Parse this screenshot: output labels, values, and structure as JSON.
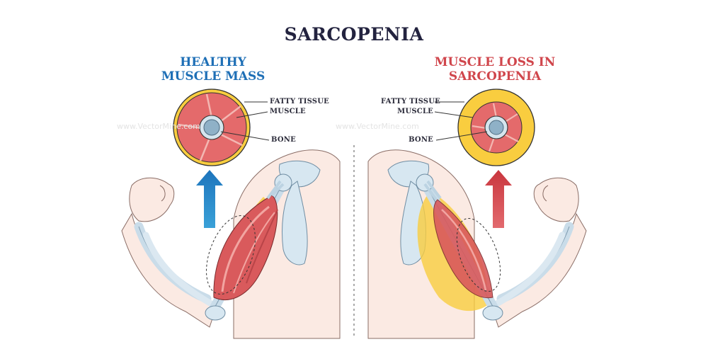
{
  "title": "SARCOPENIA",
  "colors": {
    "healthy": "#1e6fb6",
    "loss": "#d0464c",
    "fat": "#f9cd3f",
    "muscle": "#e46a6b",
    "bone": "#9ebed3"
  },
  "left": {
    "heading_line1": "HEALTHY",
    "heading_line2": "MUSCLE MASS",
    "labels": {
      "fat": "FATTY TISSUE",
      "muscle": "MUSCLE",
      "bone": "BONE"
    }
  },
  "right": {
    "heading_line1": "MUSCLE LOSS IN",
    "heading_line2": "SARCOPENIA",
    "labels": {
      "fat": "FATTY TISSUE",
      "muscle": "MUSCLE",
      "bone": "BONE"
    }
  },
  "watermark": "www.VectorMine.com"
}
